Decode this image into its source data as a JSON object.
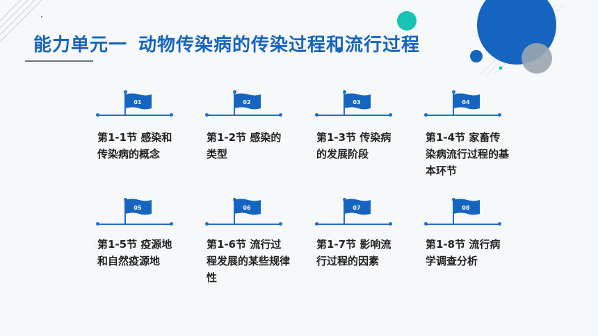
{
  "slide": {
    "title_part1": "能力单元一",
    "title_part2": "动物传染病的传染过程和流行过程",
    "colors": {
      "primary": "#1565c0",
      "accent_teal": "#17c3b2",
      "grey_circle": "#9aa5b1"
    }
  },
  "items": [
    {
      "num": "01",
      "label": "第1-1节 感染和传染病的概念"
    },
    {
      "num": "02",
      "label": "第1-2节 感染的类型"
    },
    {
      "num": "03",
      "label": "第1-3节 传染病的发展阶段"
    },
    {
      "num": "04",
      "label": "第1-4节 家畜传染病流行过程的基本环节"
    },
    {
      "num": "05",
      "label": "第1-5节 疫源地和自然疫源地"
    },
    {
      "num": "06",
      "label": "第1-6节 流行过程发展的某些规律性"
    },
    {
      "num": "07",
      "label": "第1-7节 影响流行过程的因素"
    },
    {
      "num": "08",
      "label": "第1-8节 流行病学调查分析"
    }
  ]
}
